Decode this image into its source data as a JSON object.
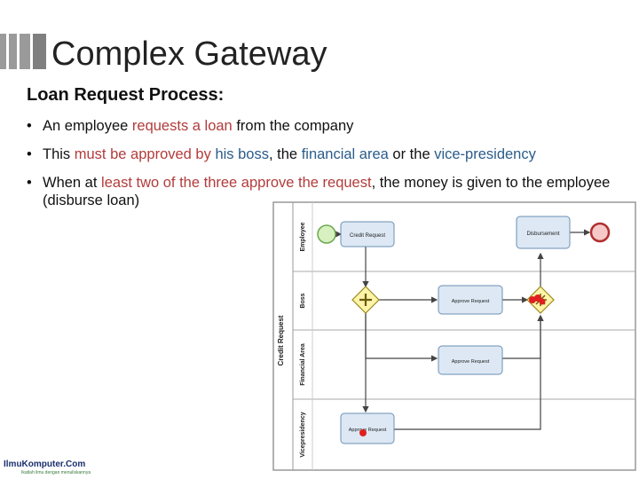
{
  "slide": {
    "title": "Complex Gateway",
    "subtitle": "Loan Request Process:",
    "bullets": [
      {
        "segments": [
          {
            "text": "An employee ",
            "hl": "none"
          },
          {
            "text": "requests a loan",
            "hl": "red"
          },
          {
            "text": " from the company",
            "hl": "none"
          }
        ]
      },
      {
        "segments": [
          {
            "text": "This ",
            "hl": "none"
          },
          {
            "text": "must be approved by",
            "hl": "red"
          },
          {
            "text": " ",
            "hl": "none"
          },
          {
            "text": "his boss",
            "hl": "blue"
          },
          {
            "text": ", the ",
            "hl": "none"
          },
          {
            "text": "financial area",
            "hl": "blue"
          },
          {
            "text": " or the ",
            "hl": "none"
          },
          {
            "text": "vice-presidency",
            "hl": "blue"
          }
        ]
      },
      {
        "segments": [
          {
            "text": "When at ",
            "hl": "none"
          },
          {
            "text": "least two of the three approve the request",
            "hl": "red"
          },
          {
            "text": ", the money is given to the employee (disburse loan)",
            "hl": "none"
          }
        ]
      }
    ]
  },
  "diagram": {
    "pool_label": "Credit Request",
    "lanes": [
      "Employee",
      "Boss",
      "Financial Area",
      "Vicepresidency"
    ],
    "tasks": {
      "credit_request": "Credit Request",
      "disbursement": "Disbursement",
      "approve_boss": "Approve Request",
      "approve_financial": "Approve Request",
      "approve_vp": "Approve Request"
    }
  },
  "logo": {
    "text": "IlmuKomputer.Com",
    "tagline": "Ikatlah ilmu dengan menuliskannya"
  },
  "colors": {
    "task_fill": "#dde8f4",
    "task_stroke": "#6a8fb5",
    "start_event_fill": "#d8f0c0",
    "end_event_fill": "#f6c9c9",
    "gateway_fill": "#fff4a8",
    "marker_red": "#e02020"
  }
}
